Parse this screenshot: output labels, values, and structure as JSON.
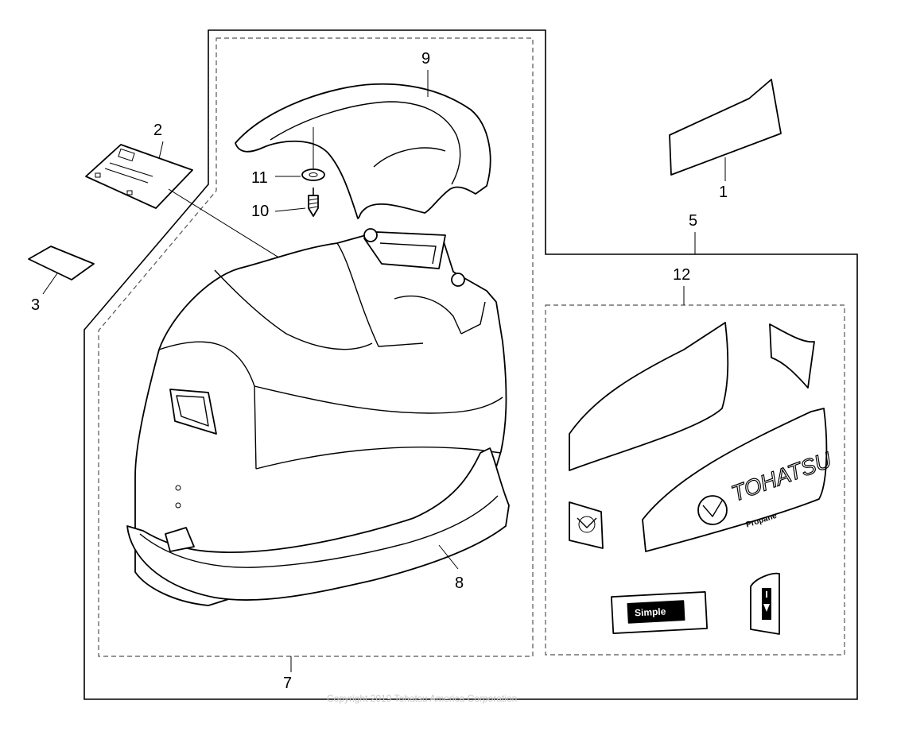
{
  "callouts": {
    "c1": "1",
    "c2": "2",
    "c3": "3",
    "c5": "5",
    "c7": "7",
    "c8": "8",
    "c9": "9",
    "c10": "10",
    "c11": "11",
    "c12": "12"
  },
  "decals": {
    "brand": "TOHATSU",
    "model": "Propane",
    "badge": "Simple"
  },
  "copyright": "Copyright 2019 Tohatsu America Corporation"
}
